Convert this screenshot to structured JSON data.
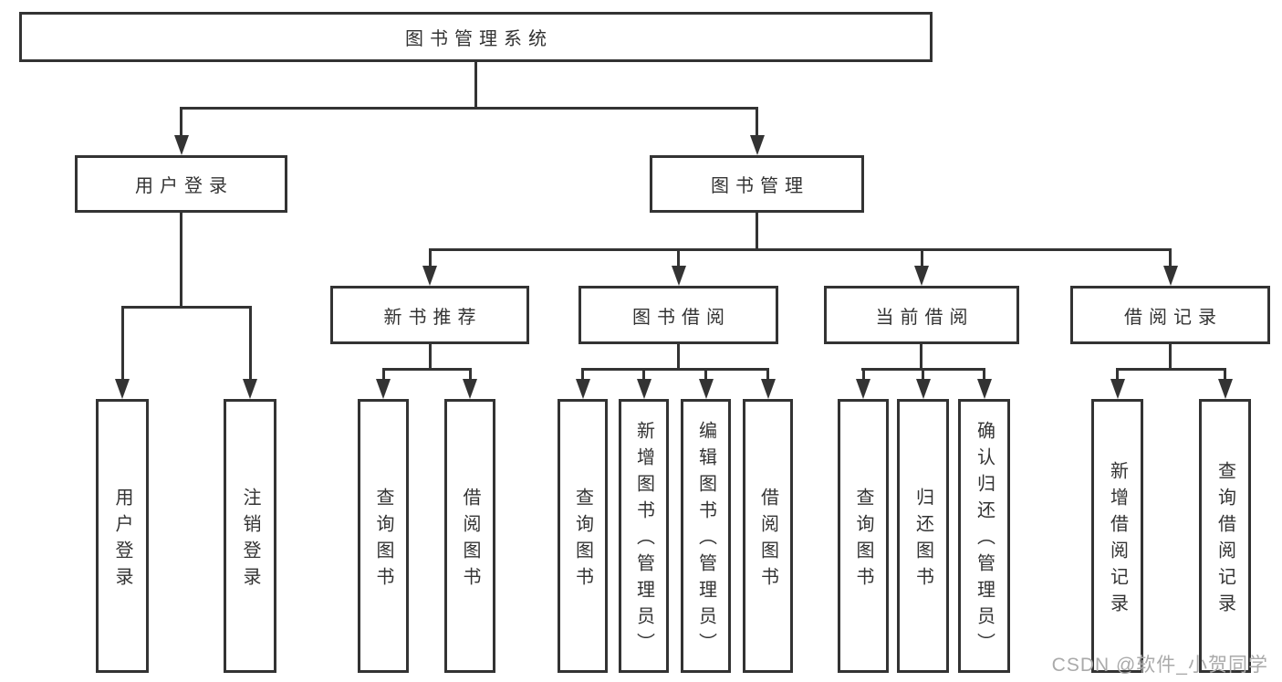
{
  "diagram": {
    "root": {
      "label": "图书管理系统"
    },
    "level2": [
      {
        "label": "用户登录"
      },
      {
        "label": "图书管理"
      }
    ],
    "level3": [
      {
        "label": "新书推荐"
      },
      {
        "label": "图书借阅"
      },
      {
        "label": "当前借阅"
      },
      {
        "label": "借阅记录"
      }
    ],
    "leaves": {
      "user_login": [
        {
          "label": "用户登录"
        },
        {
          "label": "注销登录"
        }
      ],
      "new_books": [
        {
          "label": "查询图书"
        },
        {
          "label": "借阅图书"
        }
      ],
      "book_borrow": [
        {
          "label": "查询图书"
        },
        {
          "label": "新增图书（管理员）"
        },
        {
          "label": "编辑图书（管理员）"
        },
        {
          "label": "借阅图书"
        }
      ],
      "current_borrow": [
        {
          "label": "查询图书"
        },
        {
          "label": "归还图书"
        },
        {
          "label": "确认归还（管理员）"
        }
      ],
      "borrow_records": [
        {
          "label": "新增借阅记录"
        },
        {
          "label": "查询借阅记录"
        }
      ]
    },
    "colors": {
      "line": "#333333",
      "watermark": "#aaaaaa",
      "background": "#ffffff"
    },
    "watermark": "CSDN @软件_小贺同学"
  }
}
